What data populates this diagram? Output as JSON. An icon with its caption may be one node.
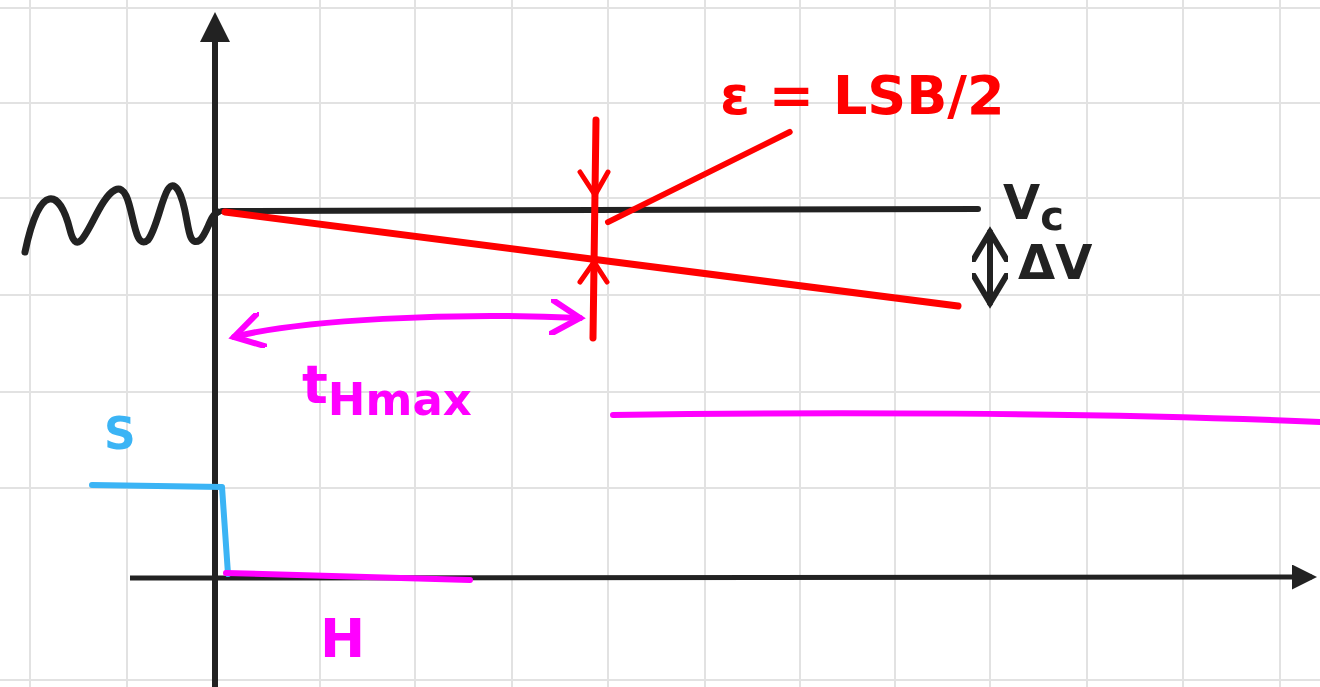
{
  "diagram": {
    "nodes": [
      {
        "text": [
          "ε = LSB/2"
        ]
      },
      {
        "text": [],
        "shape": "bar"
      }
    ],
    "edges": [
      {
        "from": 0,
        "to": 1,
        "arrow": "none"
      }
    ],
    "labels": [
      "V$_{c}$",
      "ΔV",
      "t$_{Hmax}$",
      "S",
      "H"
    ]
  }
}
